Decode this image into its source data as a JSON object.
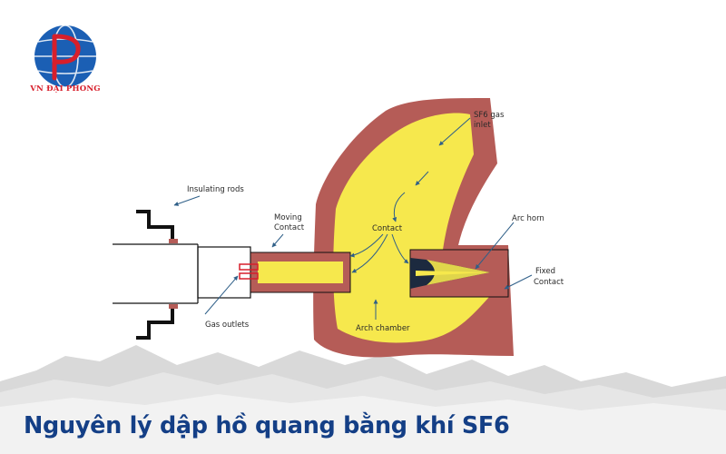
{
  "brand": {
    "logo": "globe-logo-with-p-monogram",
    "name": "VN ĐẠI PHONG",
    "colors": {
      "globe": "#1b5fb4",
      "accent": "#d71f2b"
    }
  },
  "diagram": {
    "labels": {
      "insulating_rods": "Insulating rods",
      "moving_contact": [
        "Moving",
        "Contact"
      ],
      "sf6_gas_inlet": [
        "SF6 gas",
        "inlet"
      ],
      "contact": "Contact",
      "arc_horn": "Arc horn",
      "fixed_contact": [
        "Fixed",
        "Contact"
      ],
      "gas_outlets": "Gas outlets",
      "arch_chamber": "Arch chamber"
    },
    "colors": {
      "chamber_wall": "#b55c57",
      "gas": "#f6e84d",
      "outline": "#111111",
      "arrow": "#2f5f88",
      "arc_core": "#1c2a3f"
    }
  },
  "title": "Nguyên lý dập hồ quang bằng khí SF6",
  "colors": {
    "title": "#143f86",
    "paper": "#d9d9d9"
  }
}
